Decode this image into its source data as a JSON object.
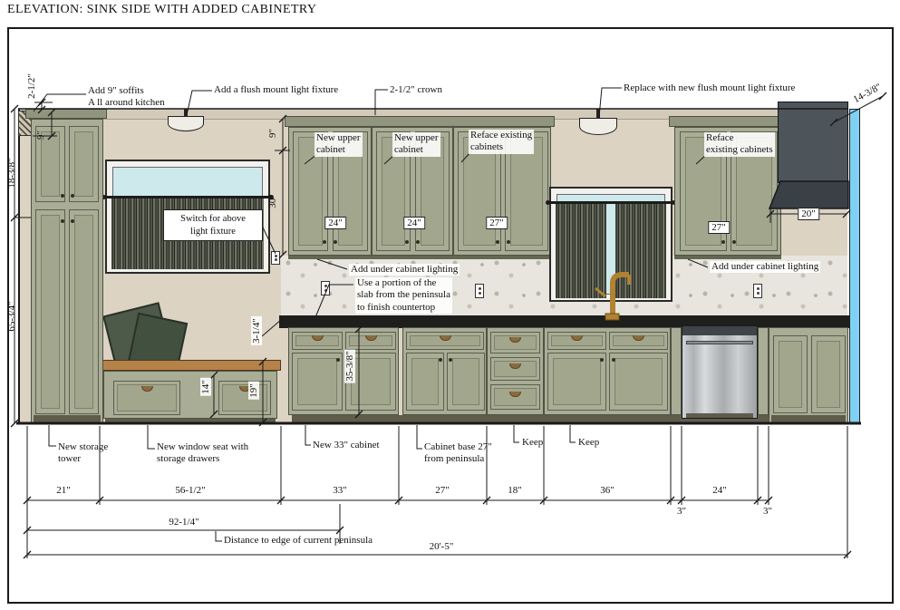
{
  "title": "ELEVATION: SINK SIDE WITH ADDED CABINETRY",
  "colors": {
    "cabinet": "#a9ad96",
    "cabinet_trim": "#4e5343",
    "wall": "#dcd3c3",
    "countertop": "#1e1e1c",
    "window_glass": "#cde9eb",
    "accent_blue": "#7fd0f2",
    "hood": "#4d545a",
    "wood_seat": "#b5824a",
    "brass": "#8a6b3f"
  },
  "annotations": {
    "soffits": [
      "Add 9\" soffits",
      "A ll around kitchen"
    ],
    "flush_mount_left": "Add a flush mount light fixture",
    "crown": "2-1/2\" crown",
    "flush_mount_right": "Replace with new flush mount light fixture",
    "new_upper_1": [
      "New upper",
      "cabinet"
    ],
    "new_upper_2": [
      "New upper",
      "cabinet"
    ],
    "reface_left": [
      "Reface existing",
      "cabinets"
    ],
    "reface_right": [
      "Reface",
      "existing cabinets"
    ],
    "switch": [
      "Switch for above",
      "light fixture"
    ],
    "under_cabinet_left": "Add under cabinet lighting",
    "under_cabinet_right": "Add under cabinet lighting",
    "slab": [
      "Use a portion of the",
      "slab from the peninsula",
      "to finish countertop"
    ],
    "storage_tower": [
      "New storage",
      "tower"
    ],
    "window_seat": [
      "New window seat with",
      "storage drawers"
    ],
    "cabinet_33": "New 33\" cabinet",
    "cabinet_base_27": [
      "Cabinet base 27\"",
      "from peninsula"
    ],
    "keep_1": "Keep",
    "keep_2": "Keep",
    "peninsula_distance": "Distance to edge of current peninsula"
  },
  "dimensions": {
    "crown_height": "2-1/2\"",
    "soffit_left": "9\"",
    "upper_left": "18-3/8\"",
    "lower_left": "65-3/4\"",
    "hood_offset": "14-3/8\"",
    "soffit_mid": "9\"",
    "upper_cabinet_height": "30\"",
    "upper_cab_1": "24\"",
    "upper_cab_2": "24\"",
    "upper_cab_3": "27\"",
    "upper_cab_right": "27\"",
    "right_filler": "20\"",
    "counter_edge": "3-1/4\"",
    "base_height": "35-3/8\"",
    "seat_drawer": "14\"",
    "seat_height": "19\"",
    "bottom": [
      "21\"",
      "56-1/2\"",
      "33\"",
      "27\"",
      "18\"",
      "36\"",
      "24\""
    ],
    "filler_1": "3\"",
    "filler_2": "3\"",
    "to_peninsula": "92-1/4\"",
    "overall": "20'-5\""
  }
}
